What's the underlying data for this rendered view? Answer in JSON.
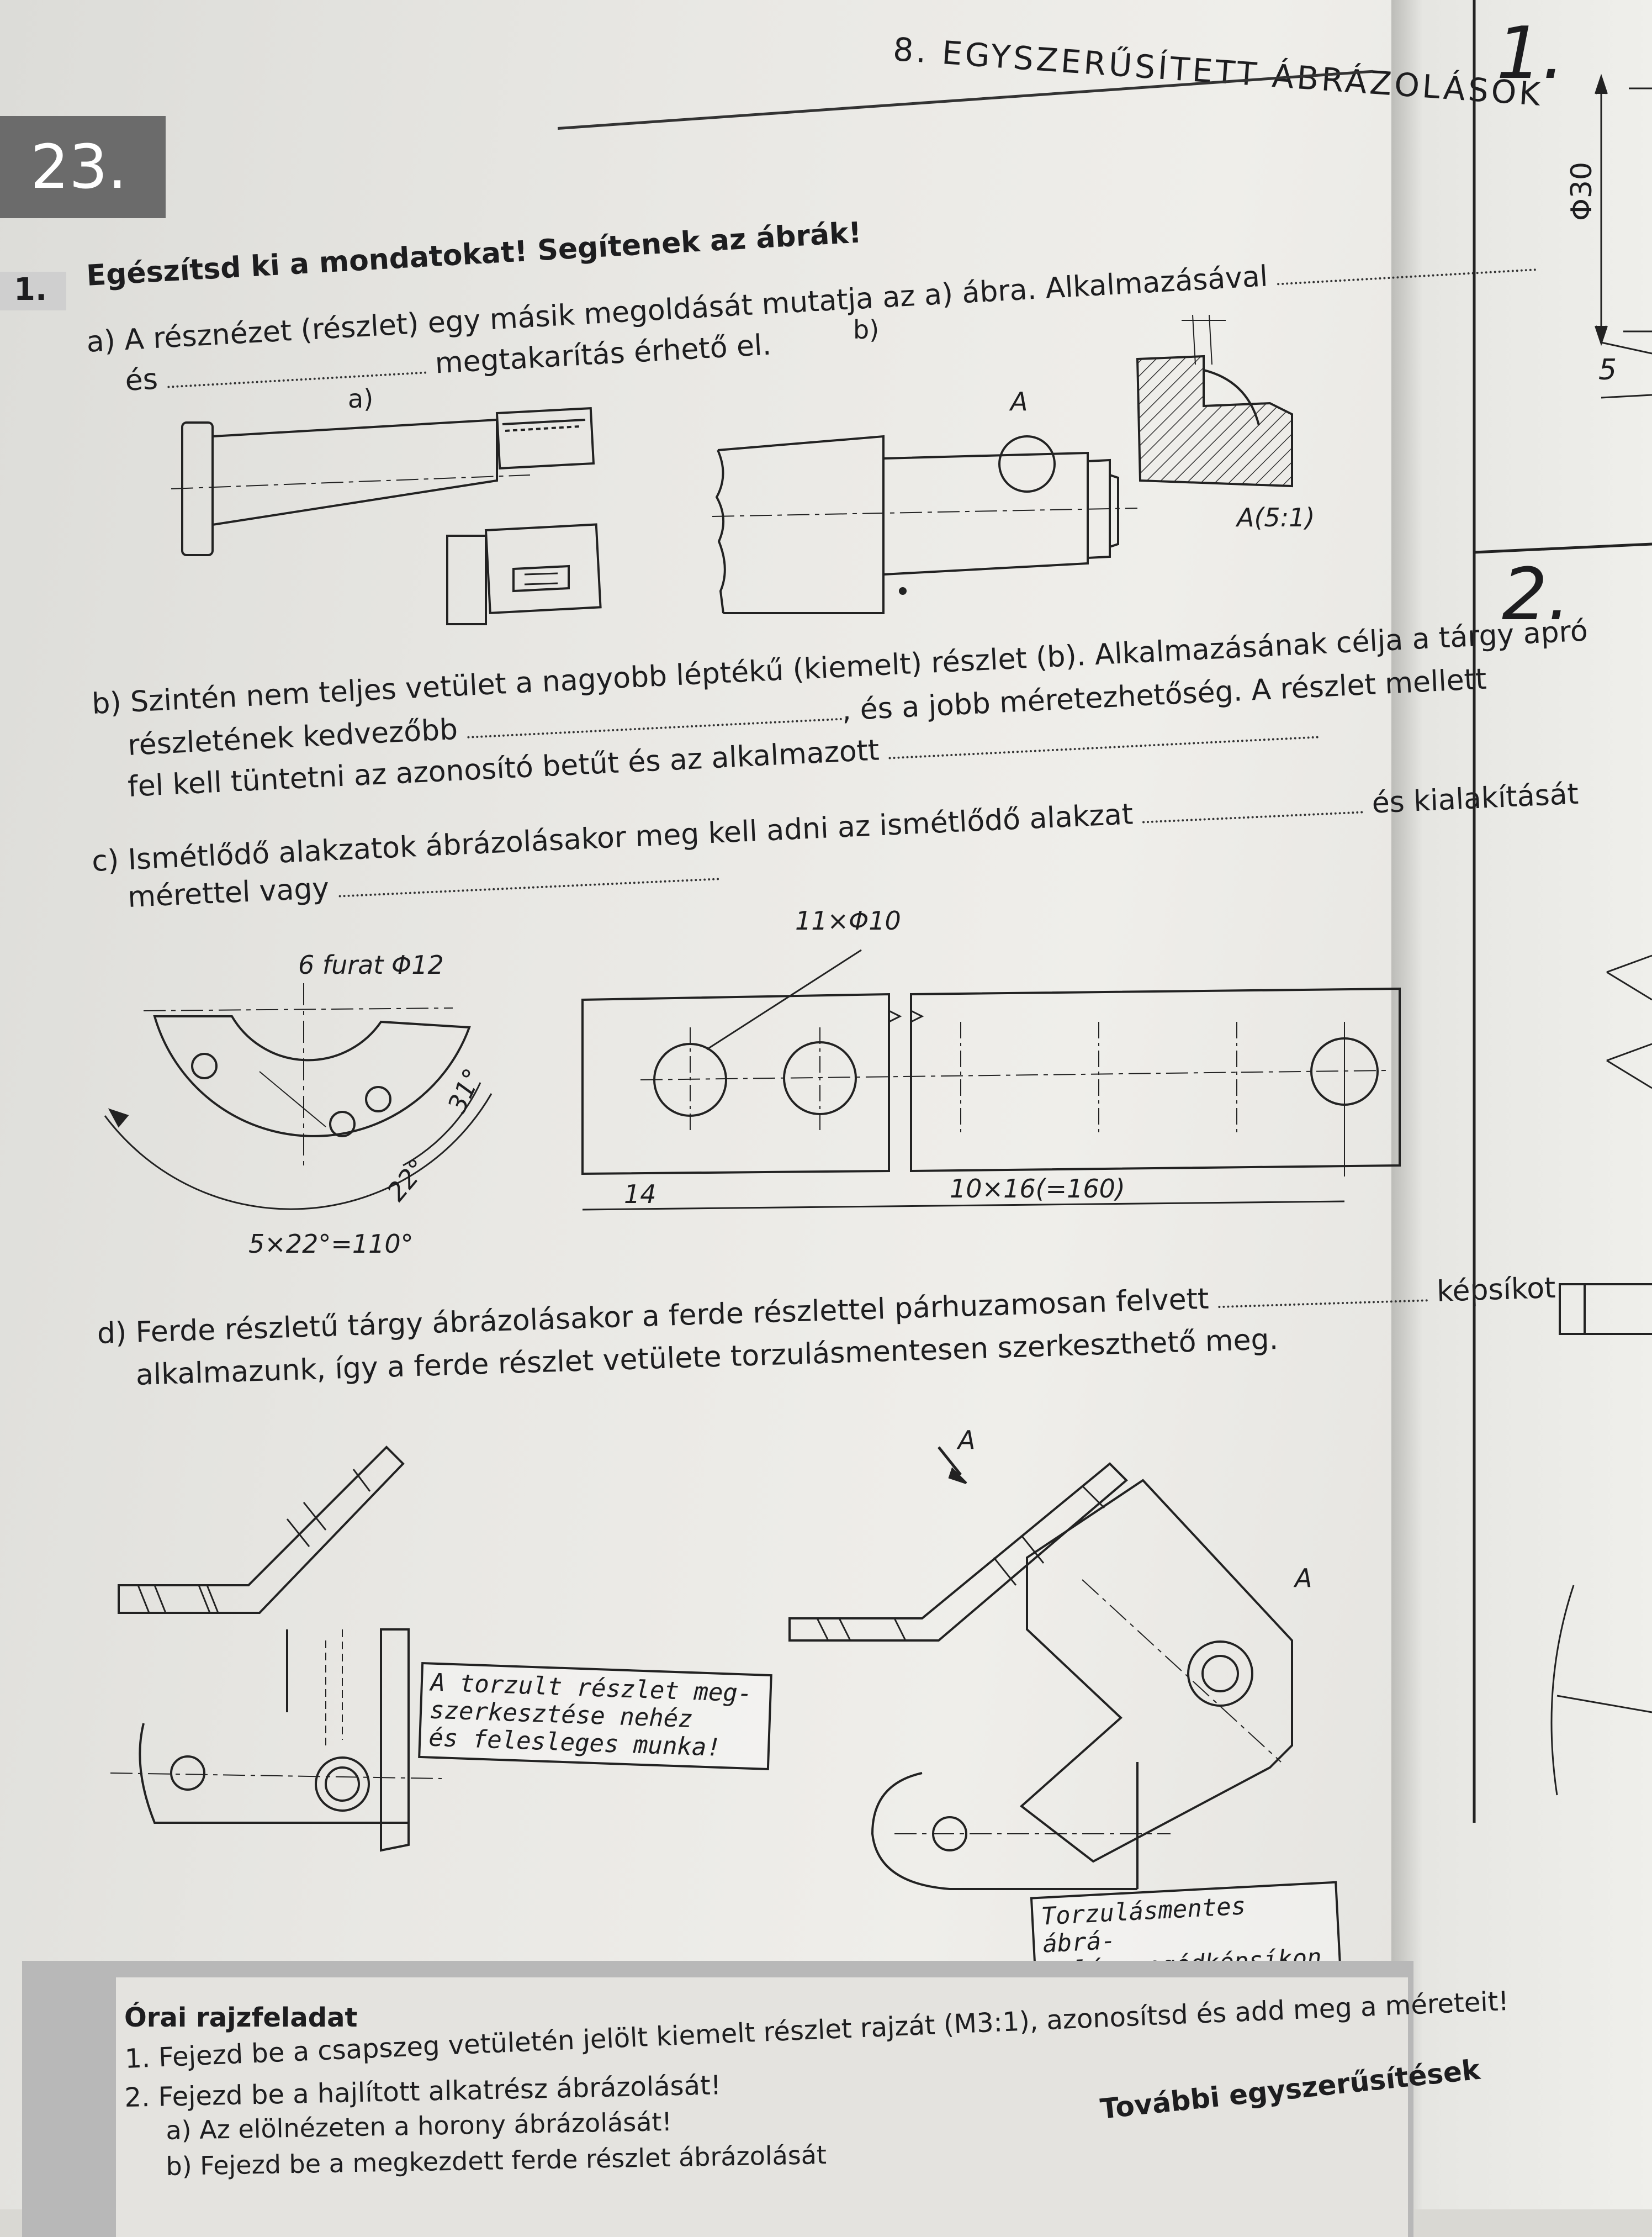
{
  "page": {
    "lesson_number": "23.",
    "section_header": "8. EGYSZERŰSÍTETT ÁBRÁZOLÁSOK"
  },
  "question": {
    "number": "1.",
    "title": "Egészítsd ki a mondatokat! Segítenek az ábrák!",
    "a": {
      "label": "a)",
      "text1": "A résznézet (részlet) egy másik megoldását mutatja az a) ábra. Alkalmazásával",
      "text2_prefix": "és",
      "text2_suffix": "megtakarítás érhető el."
    },
    "b": {
      "label": "b)",
      "text1": "Szintén nem teljes vetület a nagyobb léptékű (kiemelt) részlet (b). Alkalmazásának célja a tárgy apró",
      "text2_prefix": "részletének kedvezőbb",
      "text2_suffix": ", és a jobb méretezhetőség. A részlet mellett",
      "text3": "fel kell tüntetni az azonosító betűt és az alkalmazott"
    },
    "c": {
      "label": "c)",
      "text1": "Ismétlődő alakzatok ábrázolásakor meg kell adni az ismétlődő alakzat",
      "text1_suffix": "és kialakítását",
      "text2": "mérettel vagy"
    },
    "d": {
      "label": "d)",
      "text1": "Ferde részletű tárgy ábrázolásakor a ferde részlettel párhuzamosan felvett",
      "text1_suffix": "képsíkot",
      "text2": "alkalmazunk, így a ferde részlet vetülete torzulásmentesen szerkeszthető meg."
    }
  },
  "figures": {
    "fig_a_label": "a)",
    "fig_b_label": "b)",
    "detail_letter": "A",
    "detail_scale": "A(5:1)",
    "holes_label": "6 furat Φ12",
    "angle_31": "31°",
    "angle_22": "22°",
    "arc_total": "5×22°=110°",
    "hole_count": "11×Φ10",
    "dim_14": "14",
    "dim_pitch": "10×16(=160)",
    "view_arrow_letter": "A",
    "view_letter_right": "A",
    "callout_distorted": "A torzult részlet meg-\nszerkesztése nehéz\nés felesleges munka!",
    "callout_true": "Torzulásmentes ábrá-\nzolás segédképsíkon"
  },
  "task": {
    "title": "Órai rajzfeladat",
    "items": [
      "1. Fejezd be a csapszeg vetületén jelölt kiemelt részlet rajzát (M3:1), azonosítsd és add meg a méreteit!",
      "2. Fejezd be a hajlított alkatrész ábrázolását!"
    ],
    "subitems": [
      "a) Az elölnézeten a horony ábrázolását!",
      "b) Fejezd be a megkezdett ferde részlet ábrázolását"
    ],
    "side_title": "További egyszerűsítések"
  },
  "right_page": {
    "num1": "1.",
    "num2": "2.",
    "dim_phi30": "Φ30",
    "dim_5": "5"
  }
}
